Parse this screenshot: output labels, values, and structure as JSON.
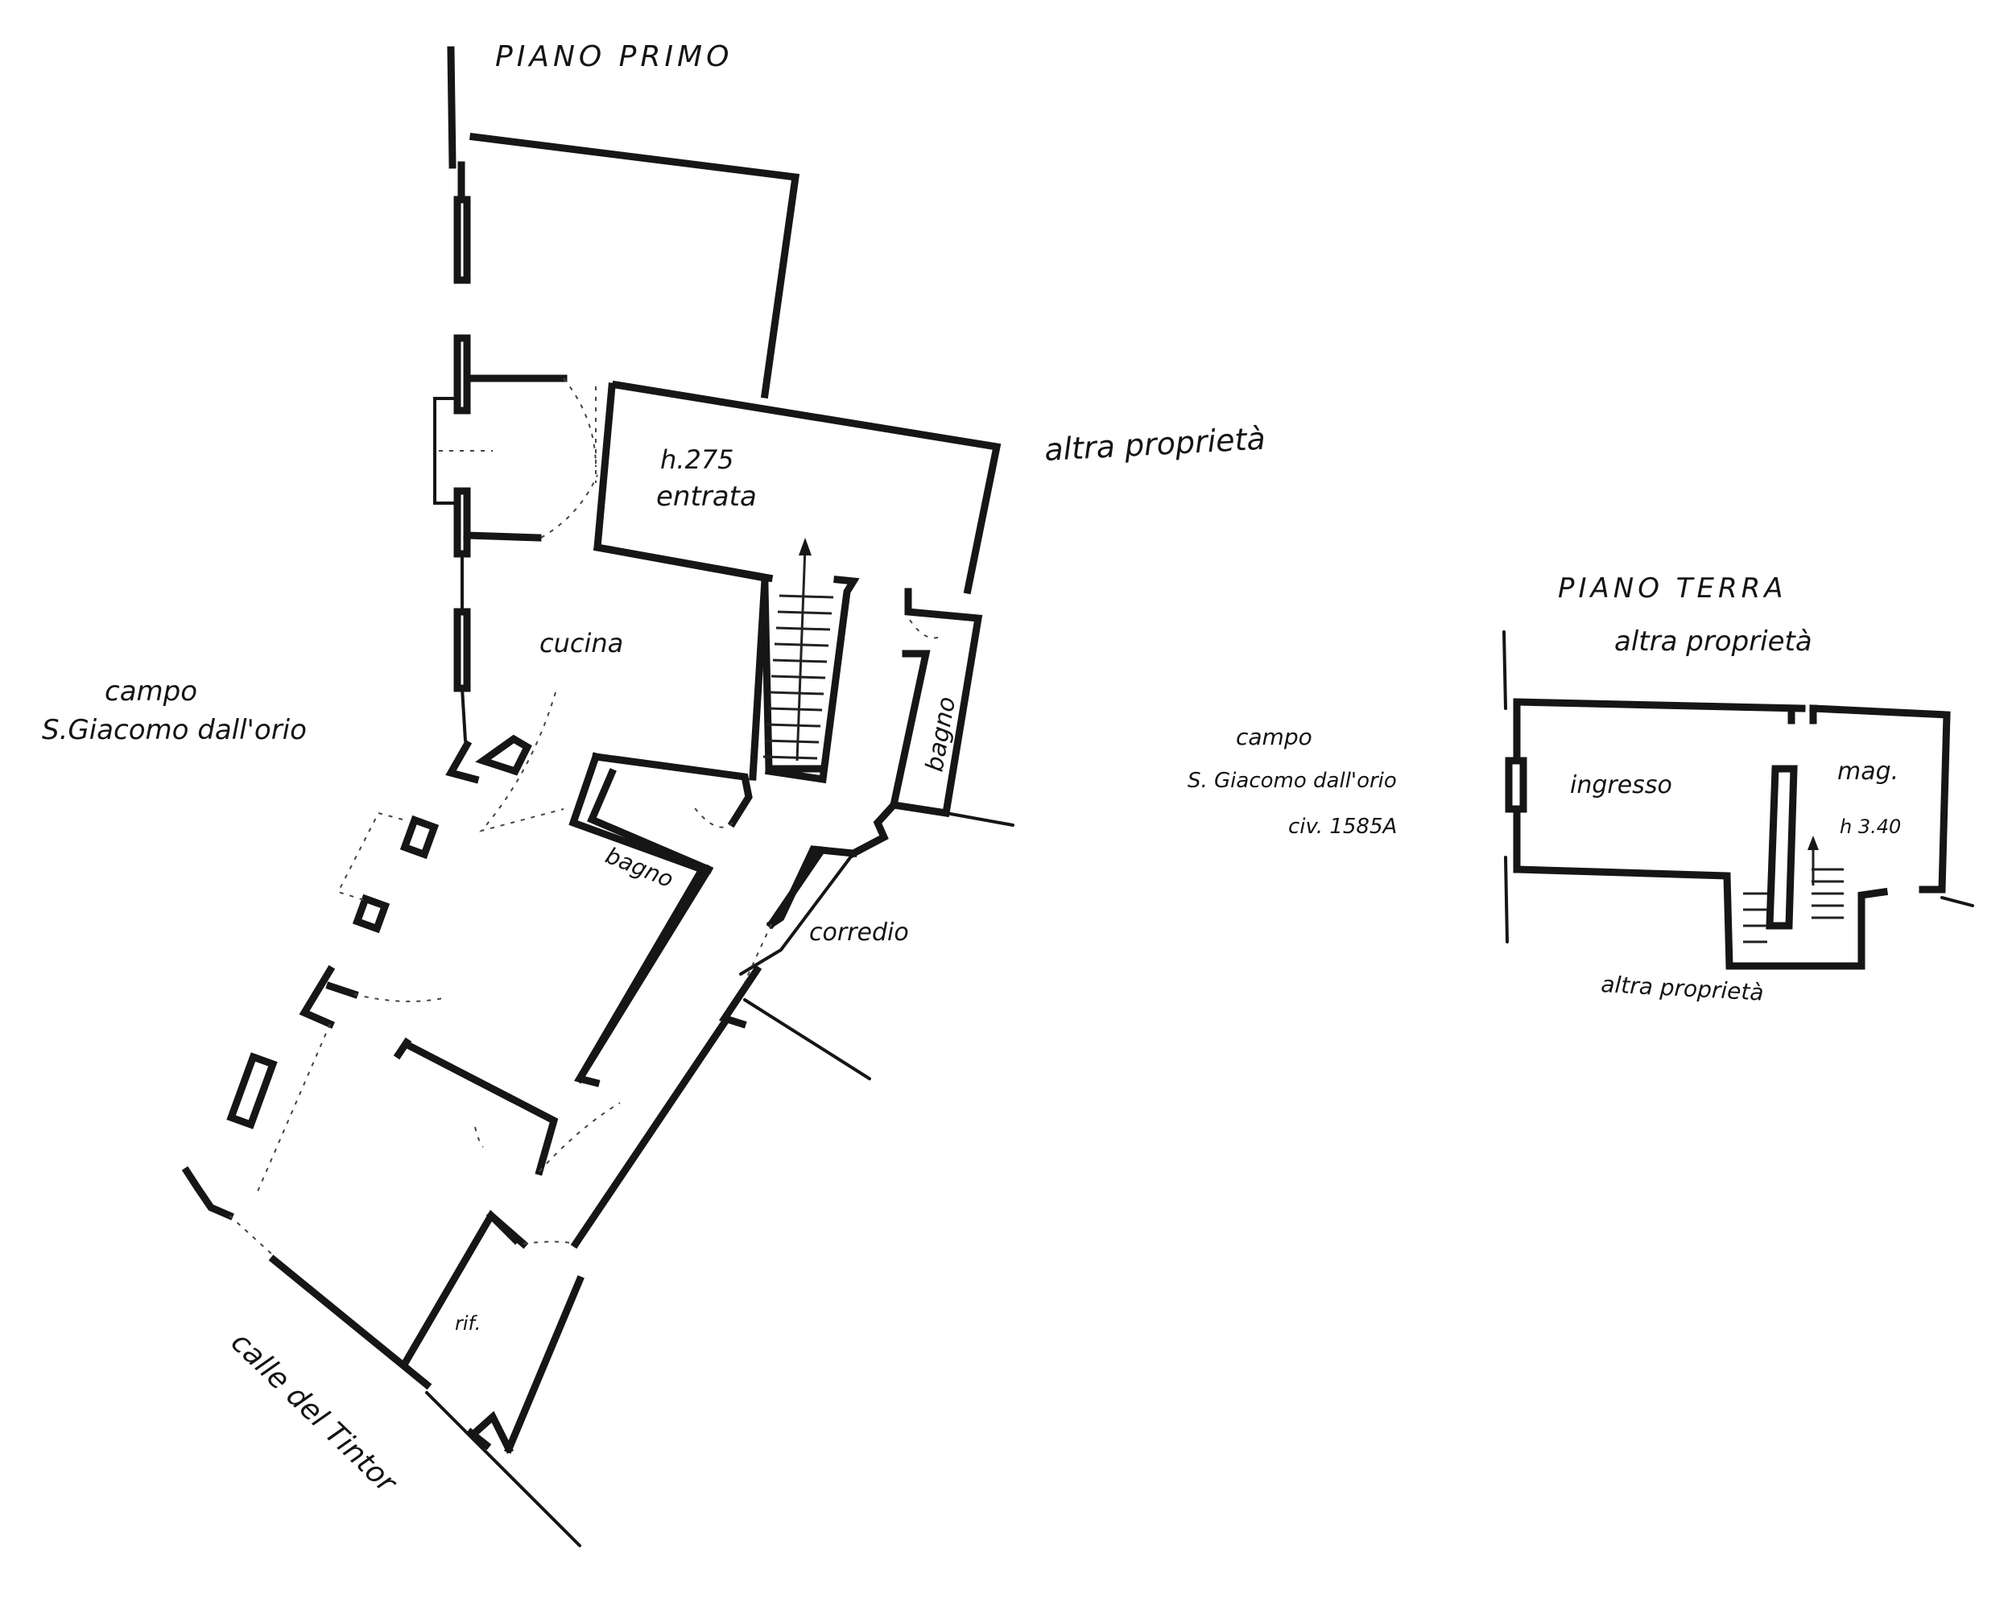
{
  "colors": {
    "ink": "#161616",
    "paper": "#ffffff"
  },
  "first_floor": {
    "heading": "PIANO PRIMO",
    "adjacent_owner": "altra proprietà",
    "square_label_line1": "campo",
    "square_label_line2": "S.Giacomo dall'orio",
    "rooms": {
      "entrance_height": "h.275",
      "entrance": "entrata",
      "kitchen": "cucina",
      "bathroom_small": "bagno",
      "bathroom": "bagno",
      "courtyard": "corredio",
      "lift": "rif."
    },
    "street_label": "calle del Tintor"
  },
  "ground_floor": {
    "heading": "PIANO TERRA",
    "adjacent_owner_top": "altra proprietà",
    "adjacent_owner_bottom": "altra proprietà",
    "square_label_line1": "campo",
    "square_label_line2": "S. Giacomo dall'orio",
    "civic_number": "civ. 1585A",
    "rooms": {
      "entrance": "ingresso",
      "storage": "mag.",
      "storage_height": "h 3.40"
    }
  }
}
